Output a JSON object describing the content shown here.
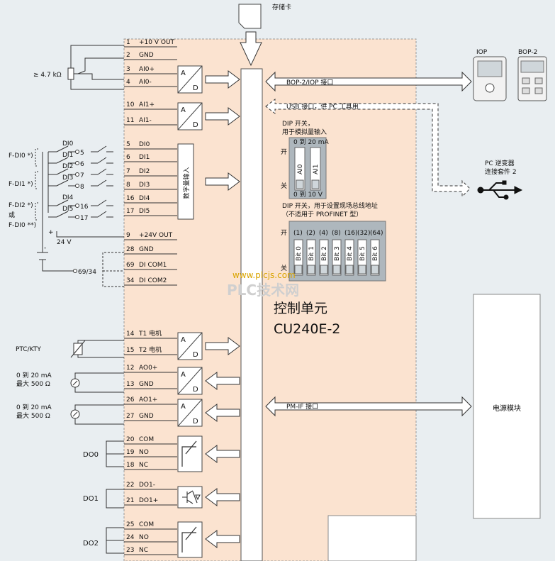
{
  "memory_card": "存储卡",
  "control_unit": {
    "line1": "控制单元",
    "line2": "CU240E-2"
  },
  "power_module": "电源模块",
  "watermark": {
    "url": "www.plcjs.com",
    "brand": "PLC技术网"
  },
  "pot_label": "≥ 4.7 kΩ",
  "ptc_label": "PTC/KTY",
  "ao_desc": [
    "0 到 20 mA",
    "最大 500 Ω"
  ],
  "ao_desc2": [
    "0 到 20 mA",
    "最大 500 Ω"
  ],
  "supply_24v": "24 V",
  "plus_sign": "+",
  "minus_sign": "-",
  "com_ref": "69/34",
  "ad_top": "A",
  "ad_bottom": "D",
  "digital_input_label": "数字量输入",
  "terminals": [
    {
      "num": "1",
      "name": "+10 V OUT"
    },
    {
      "num": "2",
      "name": "GND"
    },
    {
      "num": "3",
      "name": "AI0+"
    },
    {
      "num": "4",
      "name": "AI0-"
    },
    {
      "num": "10",
      "name": "AI1+"
    },
    {
      "num": "11",
      "name": "AI1-"
    },
    {
      "num": "5",
      "name": "DI0"
    },
    {
      "num": "6",
      "name": "DI1"
    },
    {
      "num": "7",
      "name": "DI2"
    },
    {
      "num": "8",
      "name": "DI3"
    },
    {
      "num": "16",
      "name": "DI4"
    },
    {
      "num": "17",
      "name": "DI5"
    },
    {
      "num": "9",
      "name": "+24V OUT"
    },
    {
      "num": "28",
      "name": "GND"
    },
    {
      "num": "69",
      "name": "DI COM1"
    },
    {
      "num": "34",
      "name": "DI COM2"
    },
    {
      "num": "14",
      "name": "T1 电机"
    },
    {
      "num": "15",
      "name": "T2 电机"
    },
    {
      "num": "12",
      "name": "AO0+"
    },
    {
      "num": "13",
      "name": "GND"
    },
    {
      "num": "26",
      "name": "AO1+"
    },
    {
      "num": "27",
      "name": "GND"
    },
    {
      "num": "20",
      "name": "COM"
    },
    {
      "num": "19",
      "name": "NO"
    },
    {
      "num": "18",
      "name": "NC"
    },
    {
      "num": "22",
      "name": "DO1-"
    },
    {
      "num": "21",
      "name": "DO1+"
    },
    {
      "num": "25",
      "name": "COM"
    },
    {
      "num": "24",
      "name": "NO"
    },
    {
      "num": "23",
      "name": "NC"
    }
  ],
  "ext_di": [
    {
      "name": "DI0",
      "num": "5"
    },
    {
      "name": "DI1",
      "num": "6"
    },
    {
      "name": "DI2",
      "num": "7"
    },
    {
      "name": "DI3",
      "num": "8"
    },
    {
      "name": "DI4",
      "num": "16"
    },
    {
      "name": "DI5",
      "num": "17"
    }
  ],
  "fdi_labels": [
    "F-DI0 *)",
    "F-DI1 *)",
    "F-DI2 *)",
    "或",
    "F-DI0 **)"
  ],
  "do_labels": [
    "DO0",
    "DO1",
    "DO2"
  ],
  "interfaces": {
    "bop_iop": "BOP-2/IOP 接口",
    "usb": "USB 接口，供 PC 工具用",
    "pm_if": "PM-IF 接口"
  },
  "panels": {
    "iop": "IOP",
    "bop2": "BOP-2"
  },
  "pc_kit": [
    "PC 逆变器",
    "连接套件 2"
  ],
  "dip1": {
    "title": [
      "DIP 开关，",
      "用于模拟量输入"
    ],
    "top": "0 到 20 mA",
    "bottom": "0 到 10 V",
    "on": "开",
    "off": "关",
    "sw": [
      "AI0",
      "AI1"
    ]
  },
  "dip2": {
    "title": [
      "DIP 开关，用于设置现场总线地址",
      "（不适用于 PROFINET 型）"
    ],
    "on": "开",
    "off": "关",
    "values": [
      "(1)",
      "(2)",
      "(4)",
      "(8)",
      "(16)",
      "(32)",
      "(64)"
    ],
    "bits": [
      "Bit 0",
      "Bit 1",
      "Bit 2",
      "Bit 3",
      "Bit 4",
      "Bit 5",
      "Bit 6"
    ]
  }
}
